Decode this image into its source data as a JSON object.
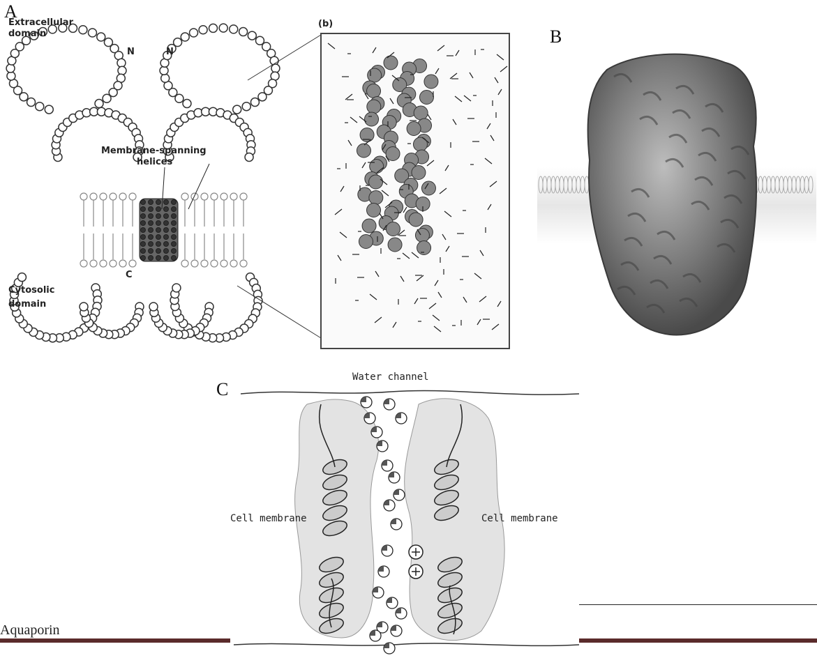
{
  "panels": {
    "a": {
      "letter": "A",
      "inset_label": "(b)",
      "extracellular_label": [
        "Extracellular",
        "domain"
      ],
      "n_label": "N",
      "membrane_label": [
        "Membrane-spanning",
        "helices"
      ],
      "cytosolic_label": [
        "Cytosolic",
        "domain"
      ],
      "c_label": "C"
    },
    "b": {
      "letter": "B"
    },
    "c": {
      "letter": "C",
      "water_channel_label": "Water channel",
      "left_membrane_label": "Cell membrane",
      "right_membrane_label": "Cell membrane"
    }
  },
  "footer": {
    "text": "Aquaporin"
  }
}
